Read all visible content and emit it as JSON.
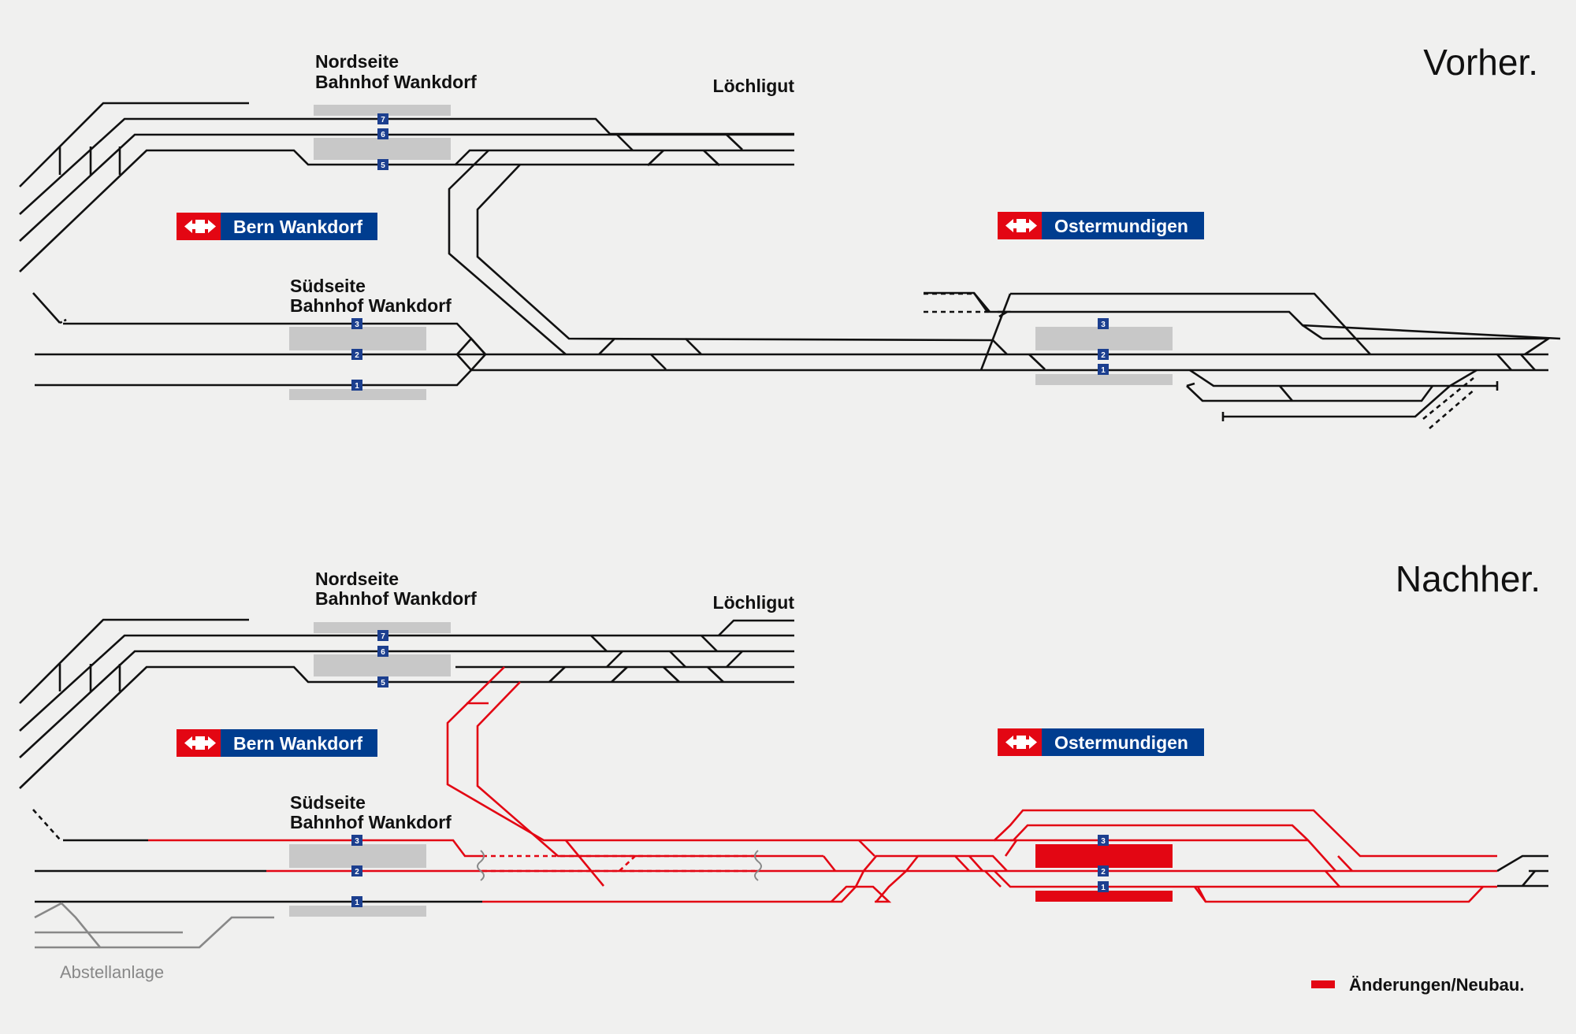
{
  "headings": {
    "before": "Vorher.",
    "after": "Nachher."
  },
  "labels": {
    "nordseite_line1": "Nordseite",
    "nordseite_line2": "Bahnhof Wankdorf",
    "suedseite_line1": "Südseite",
    "suedseite_line2": "Bahnhof Wankdorf",
    "loechligut": "Löchligut",
    "abstellanlage": "Abstellanlage"
  },
  "stations": {
    "bern_wankdorf": "Bern Wankdorf",
    "ostermundigen": "Ostermundigen"
  },
  "platforms": {
    "north": [
      "7",
      "6",
      "5"
    ],
    "south": [
      "3",
      "2",
      "1"
    ],
    "ostermundigen": [
      "3",
      "2",
      "1"
    ]
  },
  "legend": {
    "label": "Änderungen/Neubau."
  },
  "colors": {
    "track": "#111111",
    "change": "#e30613",
    "platform": "#c8c8c8",
    "station_blue": "#003d8f",
    "sbb_red": "#e30613",
    "gray_track": "#888888"
  }
}
